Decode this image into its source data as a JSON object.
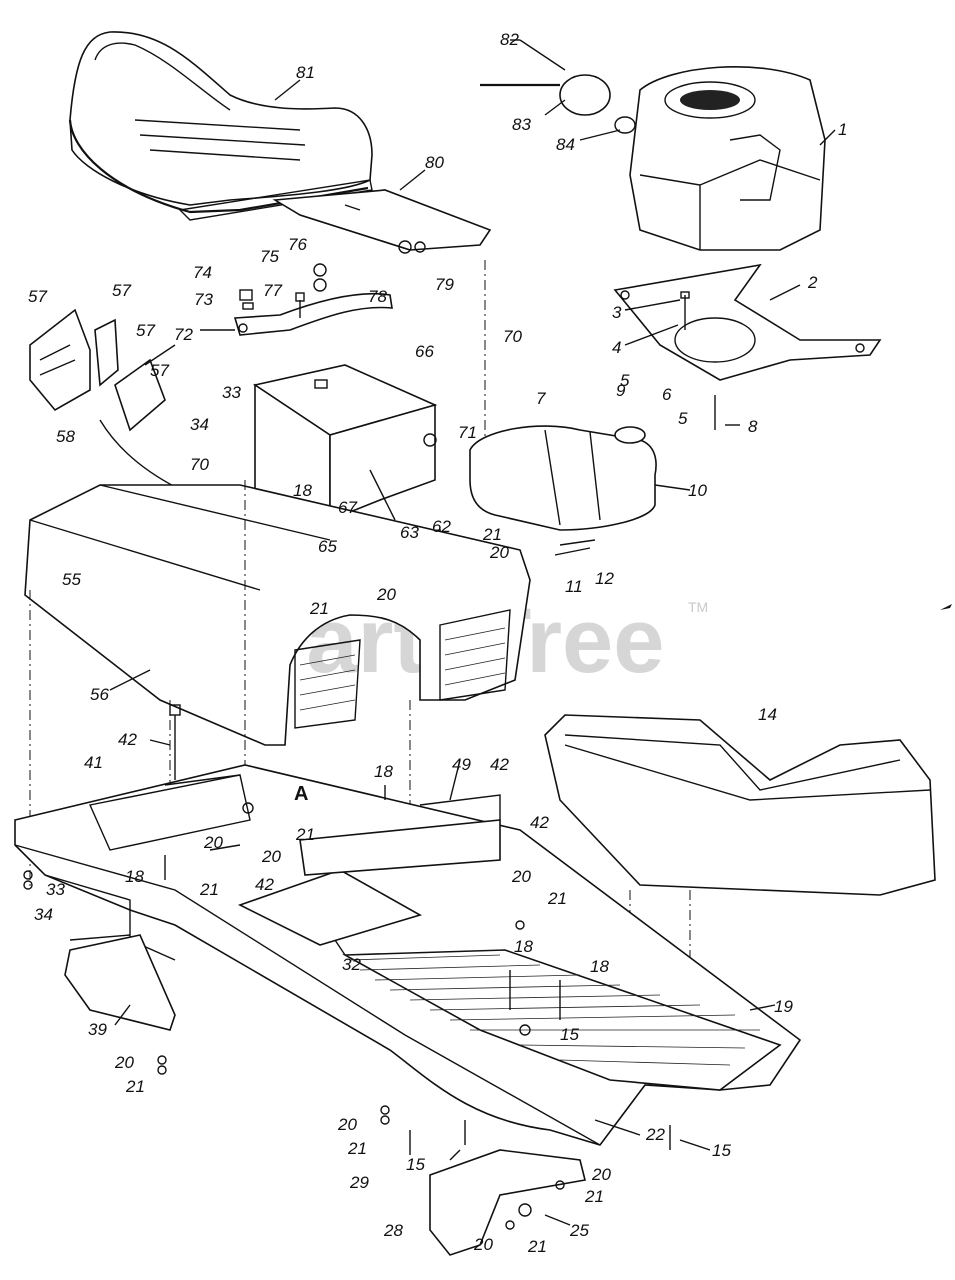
{
  "watermark": {
    "text": "PartsTree",
    "tm": "TM"
  },
  "callouts": [
    {
      "id": "c81",
      "text": "81"
    },
    {
      "id": "c82",
      "text": "82"
    },
    {
      "id": "c83",
      "text": "83"
    },
    {
      "id": "c84",
      "text": "84"
    },
    {
      "id": "c1",
      "text": "1"
    },
    {
      "id": "c80",
      "text": "80"
    },
    {
      "id": "c76",
      "text": "76"
    },
    {
      "id": "c75",
      "text": "75"
    },
    {
      "id": "c74",
      "text": "74"
    },
    {
      "id": "c77",
      "text": "77"
    },
    {
      "id": "c73",
      "text": "73"
    },
    {
      "id": "c79",
      "text": "79"
    },
    {
      "id": "c78",
      "text": "78"
    },
    {
      "id": "c72",
      "text": "72"
    },
    {
      "id": "c2",
      "text": "2"
    },
    {
      "id": "c3",
      "text": "3"
    },
    {
      "id": "c4",
      "text": "4"
    },
    {
      "id": "c5a",
      "text": "5"
    },
    {
      "id": "c6",
      "text": "6"
    },
    {
      "id": "c5b",
      "text": "5"
    },
    {
      "id": "c8",
      "text": "8"
    },
    {
      "id": "c57a",
      "text": "57"
    },
    {
      "id": "c57b",
      "text": "57"
    },
    {
      "id": "c57c",
      "text": "57"
    },
    {
      "id": "c57d",
      "text": "57"
    },
    {
      "id": "c58",
      "text": "58"
    },
    {
      "id": "c70a",
      "text": "70"
    },
    {
      "id": "c66",
      "text": "66"
    },
    {
      "id": "c33a",
      "text": "33"
    },
    {
      "id": "c34a",
      "text": "34"
    },
    {
      "id": "c7",
      "text": "7"
    },
    {
      "id": "c9",
      "text": "9"
    },
    {
      "id": "c71",
      "text": "71"
    },
    {
      "id": "c70b",
      "text": "70"
    },
    {
      "id": "c18a",
      "text": "18"
    },
    {
      "id": "c10",
      "text": "10"
    },
    {
      "id": "c67",
      "text": "67"
    },
    {
      "id": "c63",
      "text": "63"
    },
    {
      "id": "c62",
      "text": "62"
    },
    {
      "id": "c21a",
      "text": "21"
    },
    {
      "id": "c65",
      "text": "65"
    },
    {
      "id": "c20a",
      "text": "20"
    },
    {
      "id": "c55",
      "text": "55"
    },
    {
      "id": "c21b",
      "text": "21"
    },
    {
      "id": "c20b",
      "text": "20"
    },
    {
      "id": "c11",
      "text": "11"
    },
    {
      "id": "c12",
      "text": "12"
    },
    {
      "id": "c56",
      "text": "56"
    },
    {
      "id": "c14",
      "text": "14"
    },
    {
      "id": "c42a",
      "text": "42"
    },
    {
      "id": "c41",
      "text": "41"
    },
    {
      "id": "c18b",
      "text": "18"
    },
    {
      "id": "c49",
      "text": "49"
    },
    {
      "id": "c42b",
      "text": "42"
    },
    {
      "id": "cA",
      "text": "A"
    },
    {
      "id": "c21c",
      "text": "21"
    },
    {
      "id": "c42c",
      "text": "42"
    },
    {
      "id": "c20c",
      "text": "20"
    },
    {
      "id": "c20d",
      "text": "20"
    },
    {
      "id": "c21d",
      "text": "21"
    },
    {
      "id": "c42d",
      "text": "42"
    },
    {
      "id": "c18c",
      "text": "18"
    },
    {
      "id": "c33b",
      "text": "33"
    },
    {
      "id": "c34b",
      "text": "34"
    },
    {
      "id": "c20e",
      "text": "20"
    },
    {
      "id": "c21e",
      "text": "21"
    },
    {
      "id": "c18d",
      "text": "18"
    },
    {
      "id": "c32",
      "text": "32"
    },
    {
      "id": "c18e",
      "text": "18"
    },
    {
      "id": "c19",
      "text": "19"
    },
    {
      "id": "c15a",
      "text": "15"
    },
    {
      "id": "c39",
      "text": "39"
    },
    {
      "id": "c20f",
      "text": "20"
    },
    {
      "id": "c21f",
      "text": "21"
    },
    {
      "id": "c22",
      "text": "22"
    },
    {
      "id": "c20g",
      "text": "20"
    },
    {
      "id": "c21g",
      "text": "21"
    },
    {
      "id": "c29",
      "text": "29"
    },
    {
      "id": "c15b",
      "text": "15"
    },
    {
      "id": "c15c",
      "text": "15"
    },
    {
      "id": "c20h",
      "text": "20"
    },
    {
      "id": "c21h",
      "text": "21"
    },
    {
      "id": "c25",
      "text": "25"
    },
    {
      "id": "c28",
      "text": "28"
    },
    {
      "id": "c20i",
      "text": "20"
    },
    {
      "id": "c21i",
      "text": "21"
    }
  ]
}
